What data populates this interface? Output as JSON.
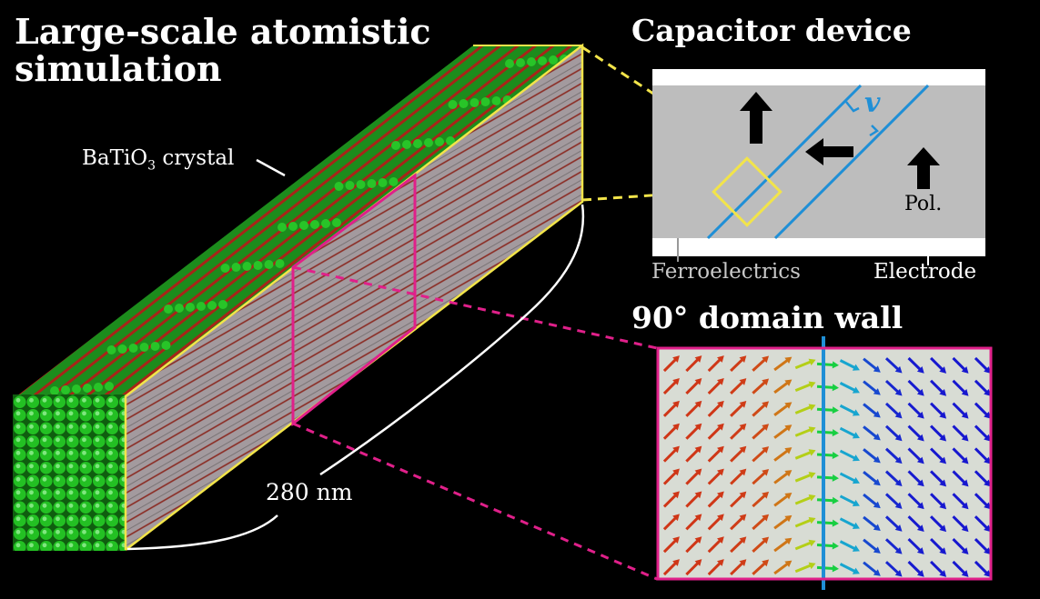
{
  "titles": {
    "main": "Large-scale atomistic simulation",
    "capacitor": "Capacitor device",
    "domain_wall": "90° domain wall"
  },
  "labels": {
    "crystal_prefix": "BaTiO",
    "crystal_sub": "3",
    "crystal_suffix": " crystal",
    "length": "280 nm",
    "ferroelectrics": "Ferroelectrics",
    "electrode": "Electrode",
    "polarization": "Pol.",
    "velocity": "v"
  },
  "colors": {
    "background": "#000000",
    "crystal_face": "#a8a0a4",
    "atoms": "#1fb81f",
    "bonds": "#b02a1a",
    "box_outline": "#f2e44a",
    "domain_wall_outline": "#e0208a",
    "capacitor_bg": "#bdbdbd",
    "electrode": "#ffffff",
    "wall_line": "#1f8fd6",
    "vector_panel_bg": "#d8dcd4"
  }
}
